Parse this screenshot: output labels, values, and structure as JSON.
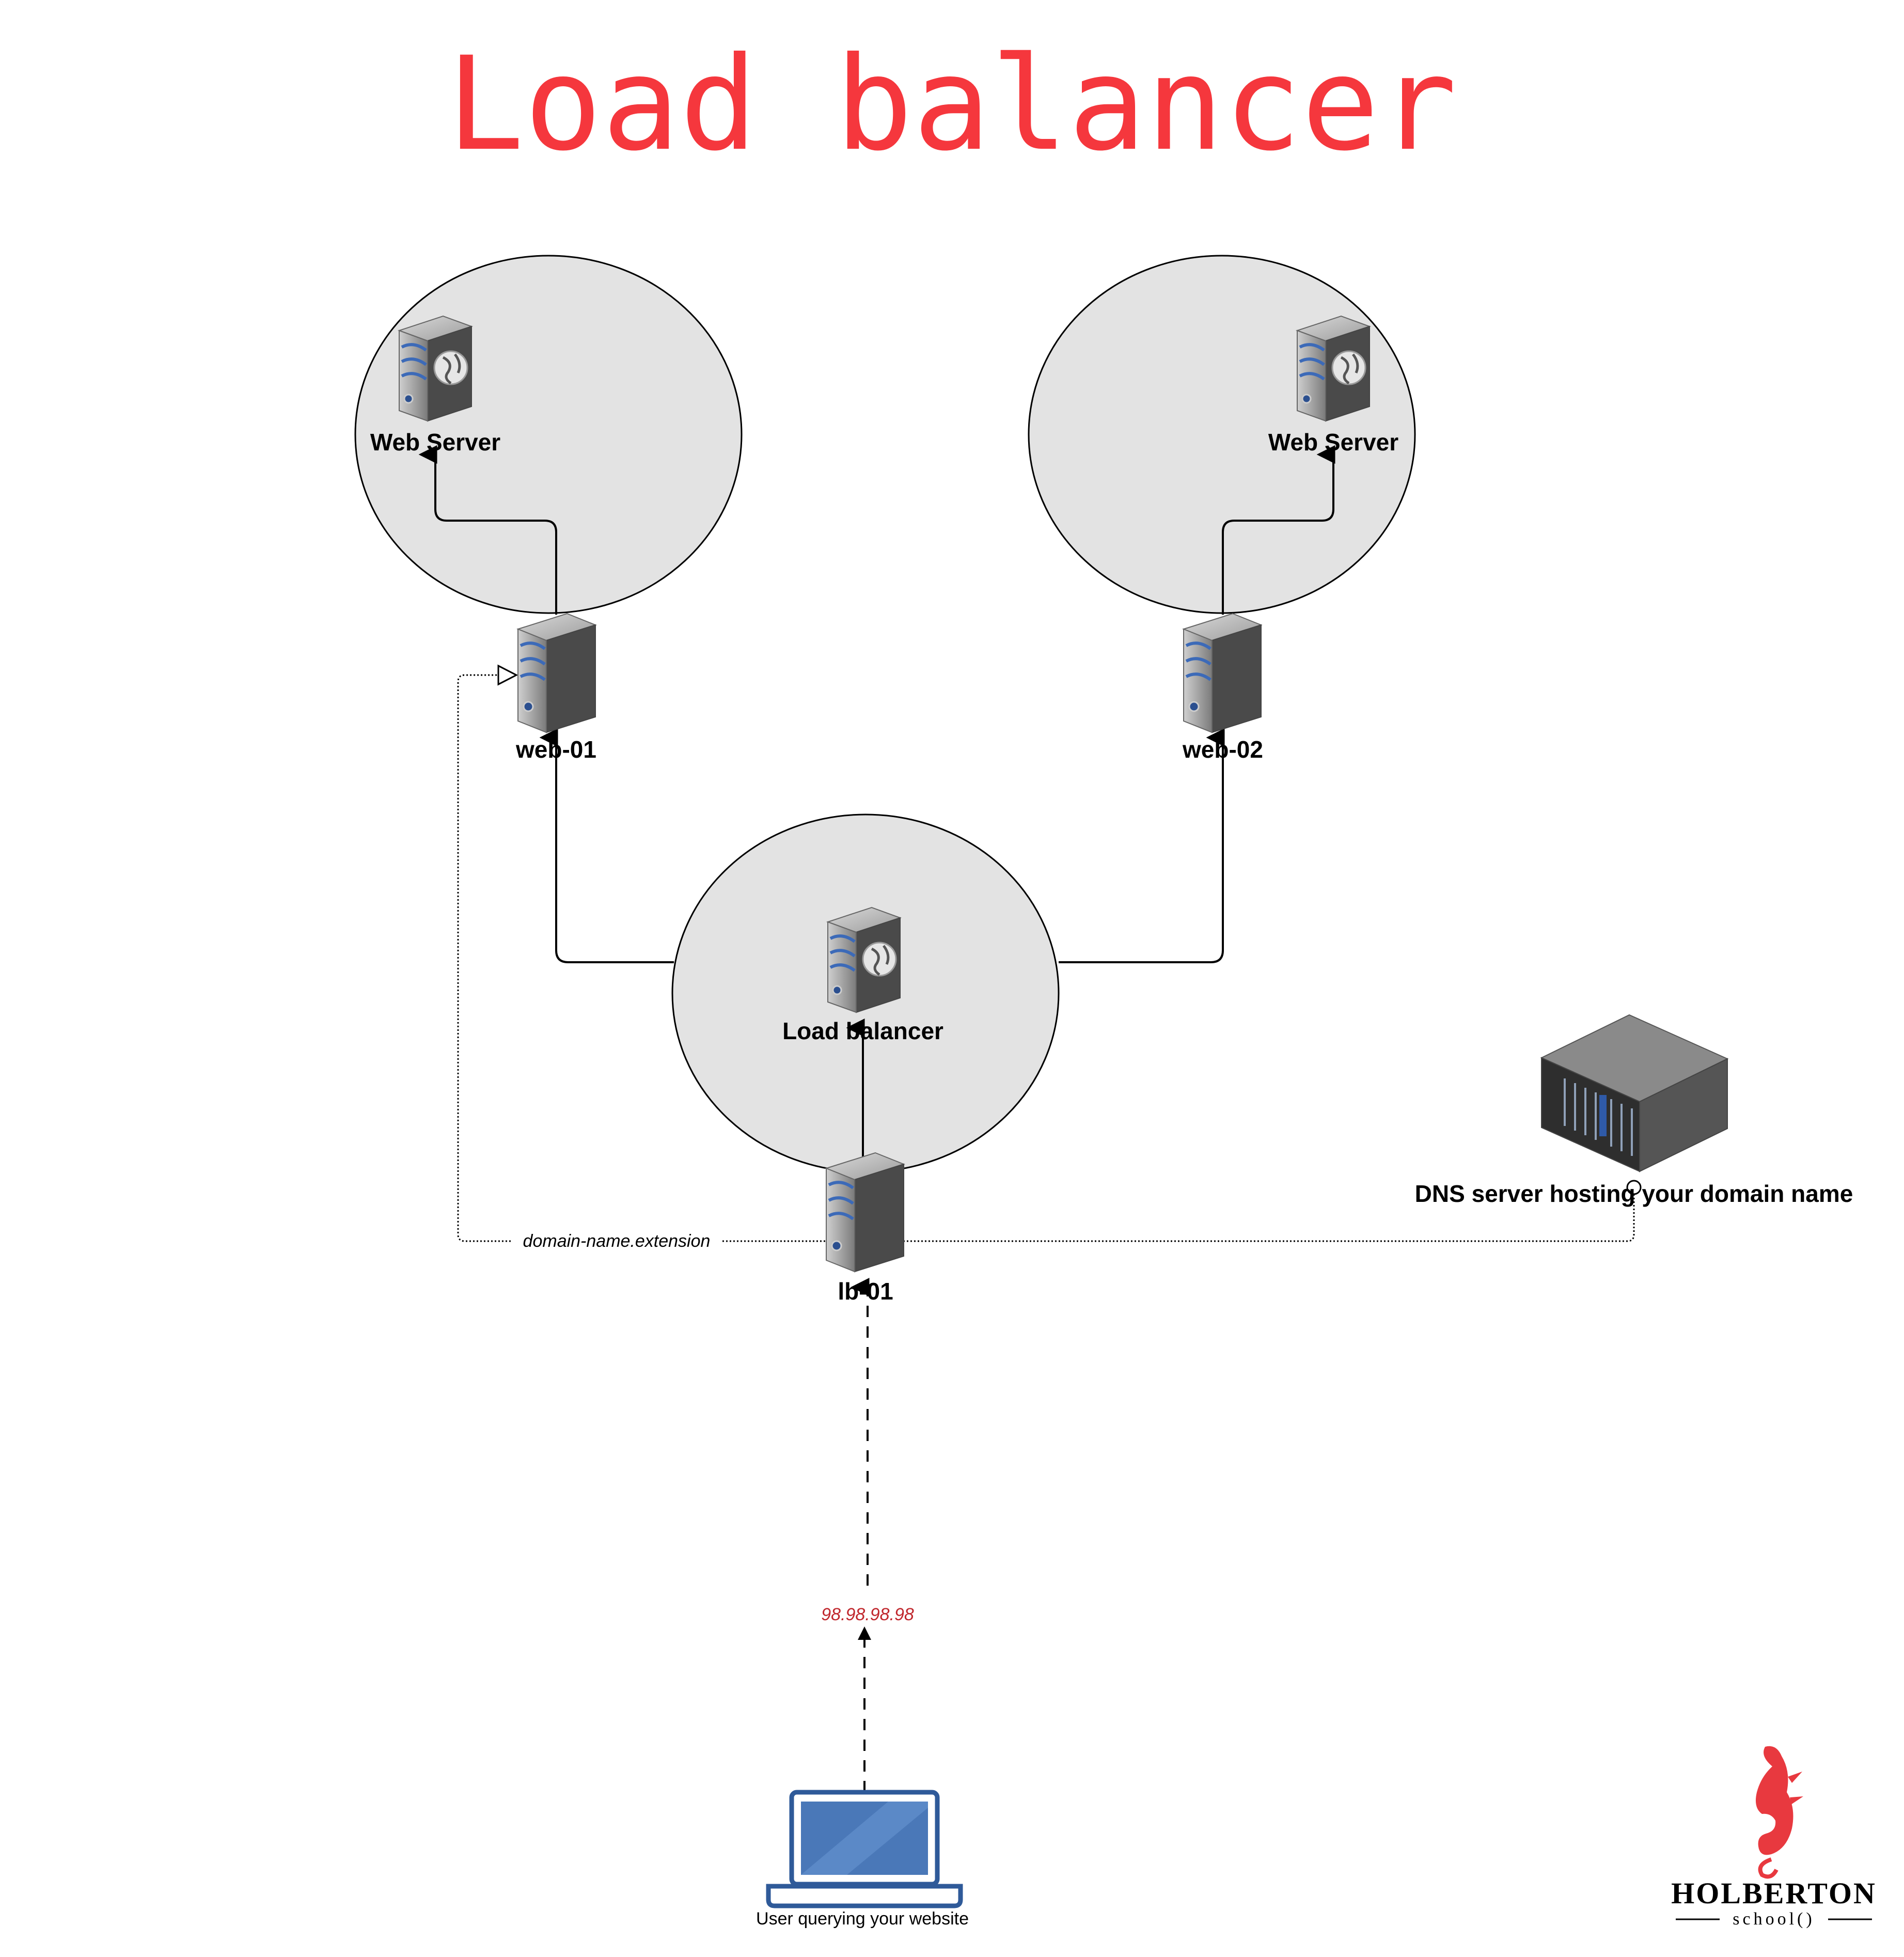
{
  "title": "Load balancer",
  "nodes": {
    "web_server_1": {
      "label": "Web Server"
    },
    "web_server_2": {
      "label": "Web Server"
    },
    "web_01": {
      "label": "web-01"
    },
    "web_02": {
      "label": "web-02"
    },
    "load_balancer_software": {
      "label": "Load balancer"
    },
    "lb_01": {
      "label": "lb-01"
    },
    "dns_server": {
      "label": "DNS server hosting your domain name"
    },
    "user": {
      "label": "User querying your website"
    }
  },
  "edges": {
    "domain_label": "domain-name.extension",
    "ip_label": "98.98.98.98",
    "ip_color": "#c0272d"
  },
  "logo": {
    "name": "HOLBERTON",
    "sub": "school()",
    "color": "#e8393f"
  },
  "colors": {
    "title": "#f5373d",
    "circle_fill": "#e3e3e3",
    "laptop": "#2f5a99",
    "laptop_screen": "#4a78b8"
  }
}
